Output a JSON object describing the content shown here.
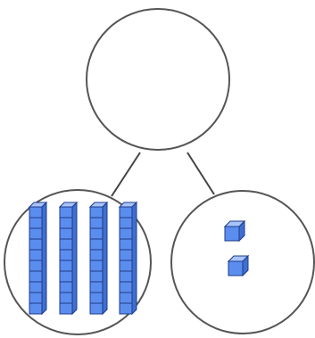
{
  "diagram": {
    "type": "number-bond",
    "whole": {
      "value": ""
    },
    "parts": [
      {
        "name": "tens",
        "block_type": "ten-rod",
        "count": 4
      },
      {
        "name": "ones",
        "block_type": "unit-cube",
        "count": 2
      }
    ],
    "colors": {
      "block_fill": "#5B8DEF",
      "block_top": "#A9C4FA",
      "block_side": "#3F6FD0",
      "block_stroke": "#1E3C8A",
      "circle_stroke": "#555555",
      "connector_stroke": "#444444"
    }
  }
}
